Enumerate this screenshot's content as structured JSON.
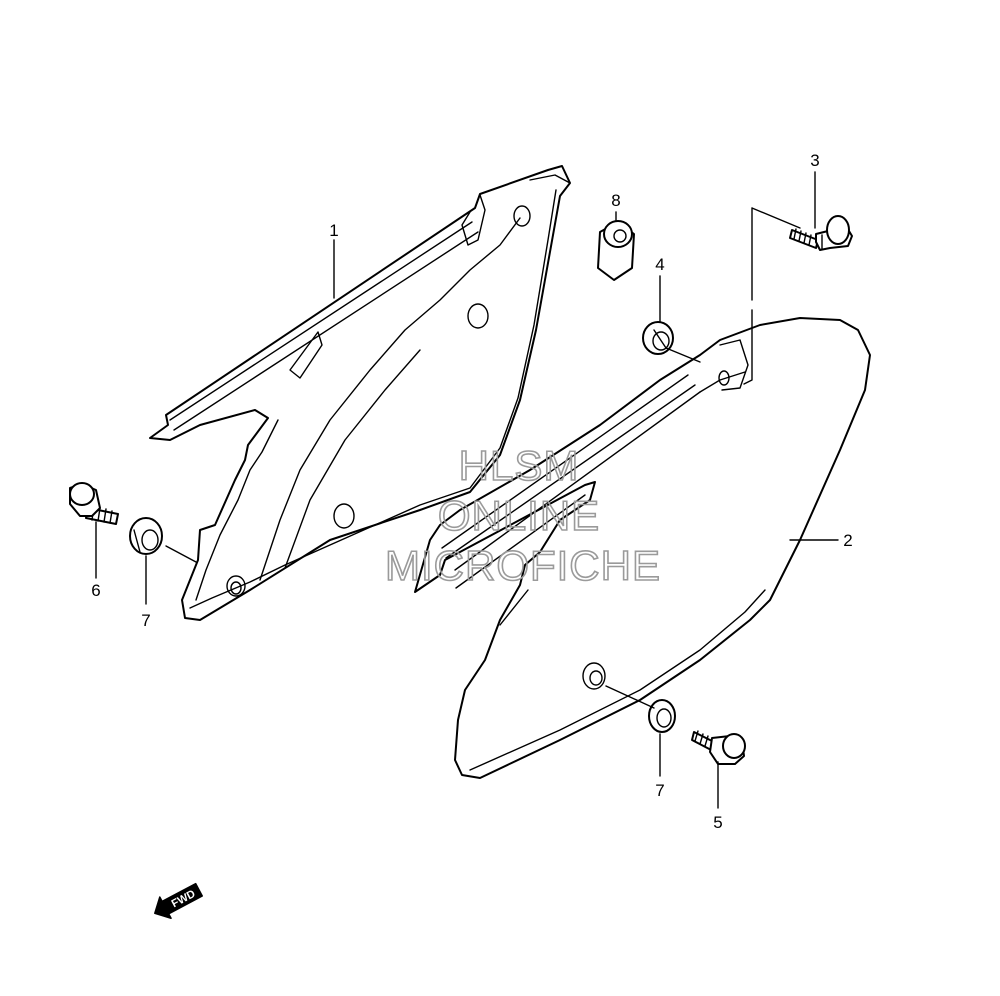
{
  "watermark": {
    "line1": "HLSM",
    "line2": "ONLINE",
    "line3": "MICROFICHE"
  },
  "callouts": {
    "p1": "1",
    "p2": "2",
    "p3": "3",
    "p4": "4",
    "p5": "5",
    "p6": "6",
    "p7_left": "7",
    "p7_right": "7",
    "p8": "8"
  },
  "direction_label": "FWD"
}
